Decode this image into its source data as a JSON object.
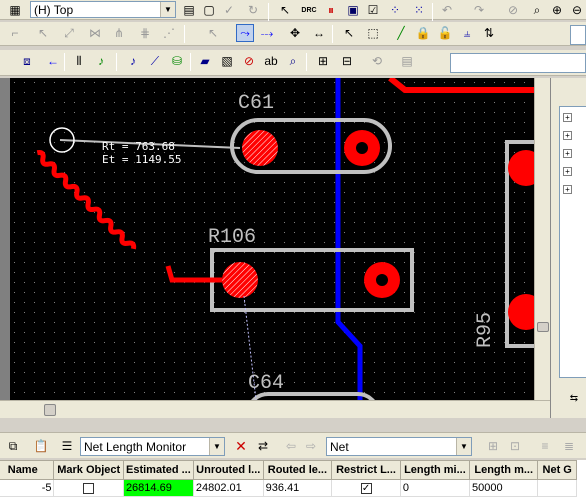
{
  "toolbar": {
    "layer_select": "(H) Top",
    "drc_label": "DRC"
  },
  "canvas": {
    "ref_labels": [
      "C61",
      "R106",
      "C64",
      "R95"
    ],
    "length_readout": {
      "rt": "Rt = 763.68",
      "et": "Et = 1149.55"
    }
  },
  "bottom_toolbar": {
    "monitor_select": "Net Length Monitor",
    "net_select": "Net"
  },
  "grid": {
    "columns": [
      "Name",
      "Mark Object",
      "Estimated ...",
      "Unrouted l...",
      "Routed le...",
      "Restrict L...",
      "Length mi...",
      "Length m...",
      "Net G"
    ],
    "rows": [
      {
        "name": "-5",
        "mark": "",
        "estimated": "26814.69",
        "unrouted": "24802.01",
        "routed": "936.41",
        "restrict": "✓",
        "length_min": "0",
        "length_max": "50000",
        "net_g": ""
      }
    ]
  },
  "colors": {
    "canvas_bg": "#000000",
    "trace_red": "#ff0000",
    "trace_blue": "#0000ff",
    "silkscreen": "#c0c0c0",
    "highlight_green": "#00ff00"
  }
}
